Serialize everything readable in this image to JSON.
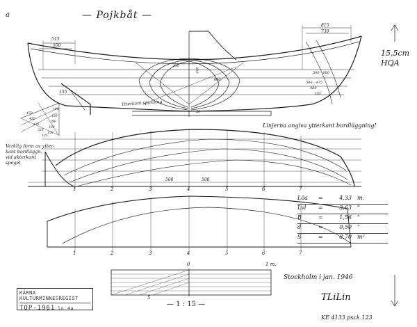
{
  "title": "Pojkbåt",
  "corner_mark": "a",
  "plan_dimensions": {
    "upper_left": [
      "515",
      "500"
    ],
    "upper_right": [
      "815",
      "730"
    ],
    "section_marks": [
      "300",
      "300",
      "600",
      "155"
    ],
    "right_widths": [
      "500 - 600",
      "540 - 475",
      "480",
      "150"
    ],
    "keel_mark": "50"
  },
  "labels": {
    "yttre_kant": "Ytterkant spunning",
    "linjerna": "Linjerna angiva ytterkant bordläggning!",
    "verklig_form": [
      "Verklig form av ytter-",
      "kant bordläggn.",
      "vid akterkant",
      "spegel"
    ],
    "diagonal_marks": [
      "470",
      "450",
      "435",
      "335",
      "135",
      "100",
      "130",
      "190",
      "180",
      "150"
    ],
    "margin_note": [
      "15,5cm",
      "HQA"
    ]
  },
  "stations": [
    "1",
    "2",
    "3",
    "4",
    "5",
    "6",
    "7"
  ],
  "centre_marks": [
    "500",
    "500"
  ],
  "specs": [
    {
      "label": "Löa",
      "value": "4,33",
      "unit": "m."
    },
    {
      "label": "Lvl",
      "value": "3,63",
      "unit": "\""
    },
    {
      "label": "B",
      "value": "1,56",
      "unit": "\""
    },
    {
      "label": "d",
      "value": "0,50",
      "unit": "\""
    },
    {
      "label": "S",
      "value": "8,70",
      "unit": "m²"
    }
  ],
  "scale_bar": {
    "zero": "0",
    "unit": "1 m.",
    "five": "5"
  },
  "scale_text": "— 1 : 15 —",
  "date_place": "Stockholm i jan. 1946",
  "signature": "TLiLin",
  "stamp": {
    "line1": "KÄRNA KULTURMINNESREGIST",
    "line2": "TOP-1961",
    "line2_small": "ln 4a"
  },
  "archive_ref": "KE 4133 psck 123"
}
